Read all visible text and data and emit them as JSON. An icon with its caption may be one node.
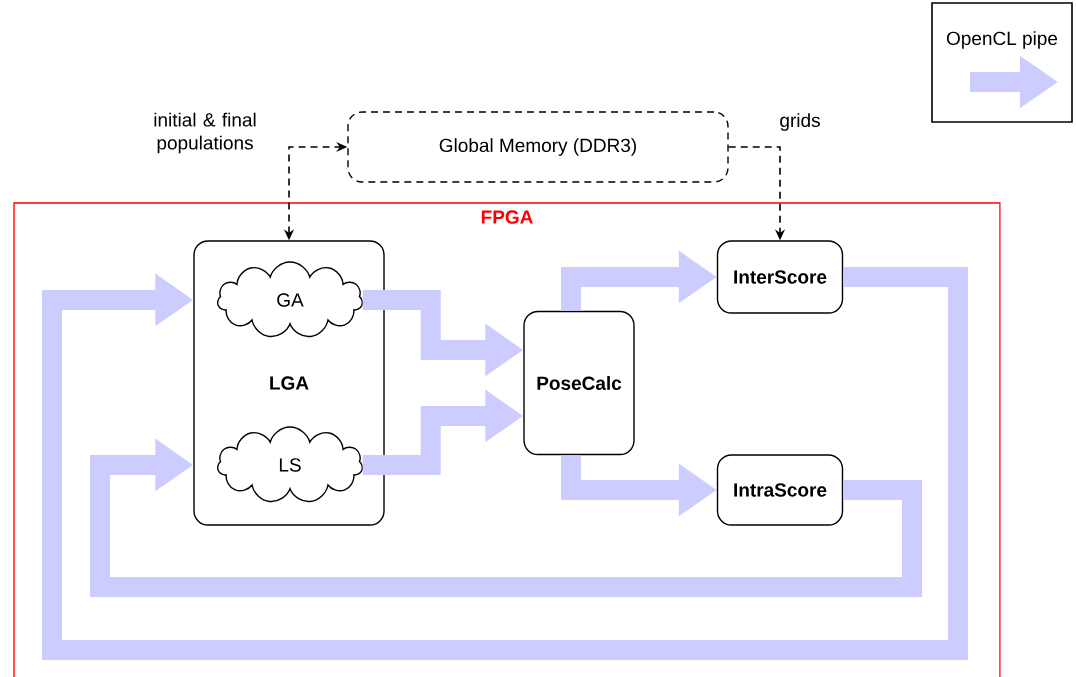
{
  "diagram": {
    "nodes": [
      {
        "text": [
          "Global Memory (DDR3)"
        ]
      },
      {
        "text": [
          "FPGA"
        ]
      },
      {
        "text": [
          "LGA"
        ],
        "in": 1
      },
      {
        "text": [
          "GA"
        ],
        "in": 2
      },
      {
        "text": [
          "LS"
        ],
        "in": 2
      },
      {
        "text": [
          "PoseCalc"
        ],
        "in": 1
      },
      {
        "text": [
          "InterScore"
        ],
        "in": 1
      },
      {
        "text": [
          "IntraScore"
        ],
        "in": 1
      }
    ],
    "edges": [
      {
        "from": 2,
        "to": 0,
        "arrow": "both",
        "style": "dashed",
        "color": "#000000",
        "label": "initial & final populations"
      },
      {
        "from": 0,
        "to": 6,
        "arrow": "to",
        "style": "dashed",
        "color": "#000000",
        "label": "grids"
      },
      {
        "from": 3,
        "to": 5,
        "arrow": "to"
      },
      {
        "from": 4,
        "to": 5,
        "arrow": "to"
      },
      {
        "from": 5,
        "to": 6,
        "arrow": "to"
      },
      {
        "from": 5,
        "to": 7,
        "arrow": "to"
      },
      {
        "from": 6,
        "to": 2,
        "arrow": "to"
      },
      {
        "from": 7,
        "to": 2,
        "arrow": "to"
      }
    ],
    "legend": [
      {
        "text": "OpenCL pipe"
      }
    ]
  }
}
